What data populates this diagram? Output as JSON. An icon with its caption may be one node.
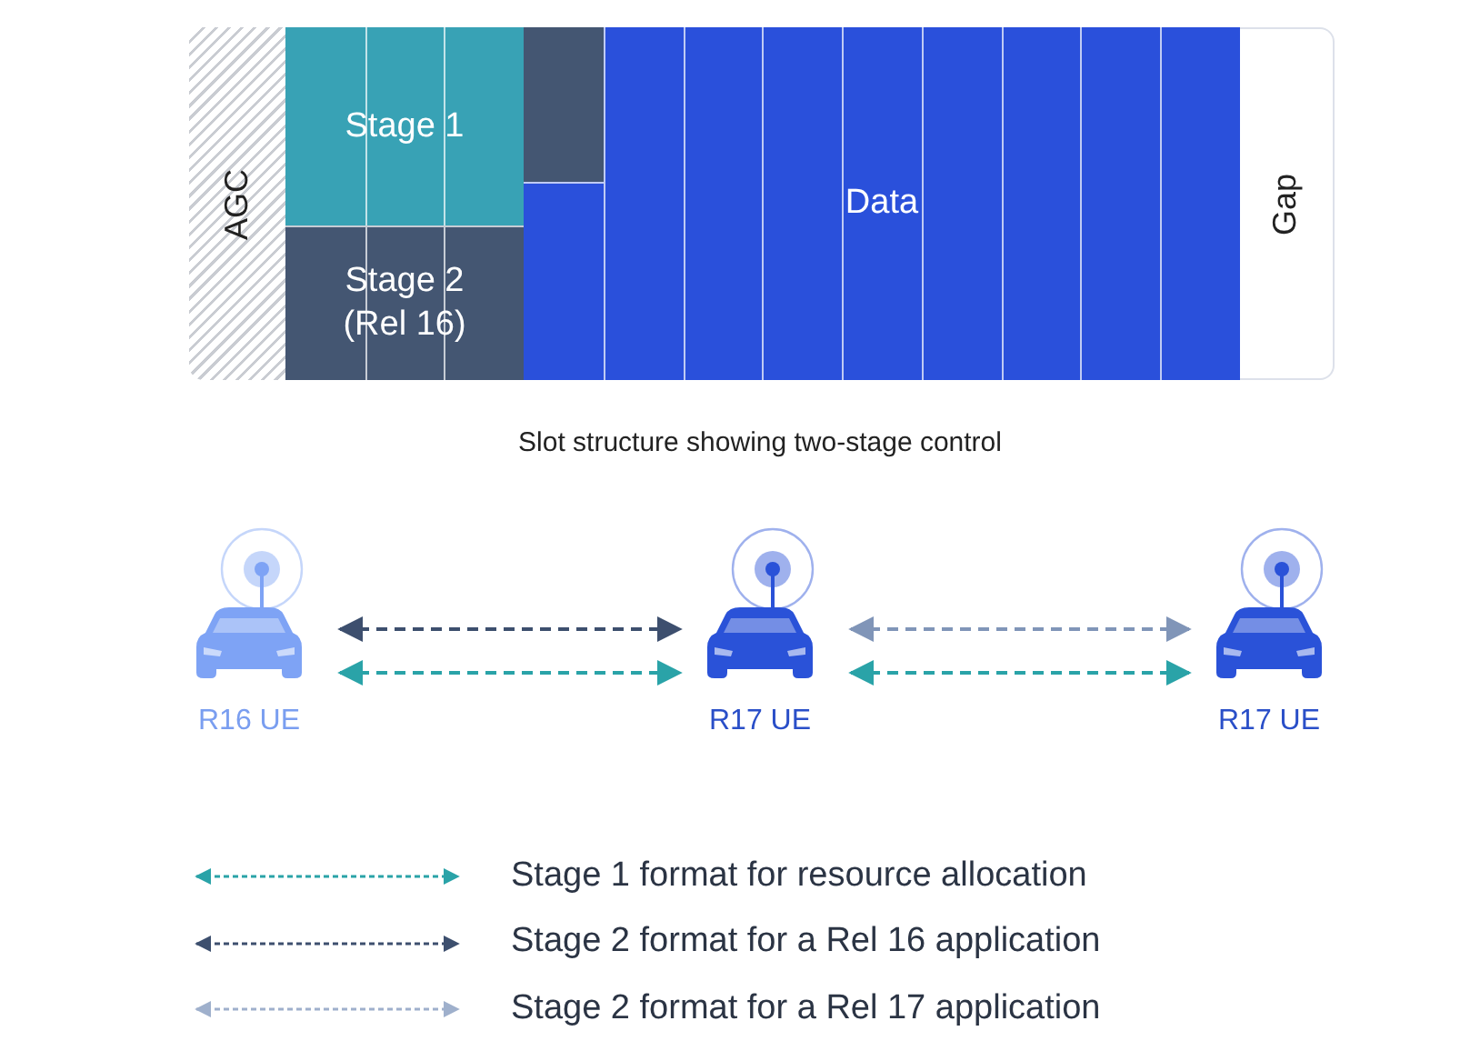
{
  "diagram": {
    "caption": "Slot structure showing two-stage control",
    "nodes": [
      {
        "text": [
          "AGC"
        ]
      },
      {
        "text": [
          "Stage 1"
        ]
      },
      {
        "text": [
          "Stage 2 (Rel 16)"
        ]
      },
      {
        "text": [
          "Data"
        ]
      },
      {
        "text": [
          "Gap"
        ]
      },
      {
        "text": [
          "R16 UE"
        ]
      },
      {
        "text": [
          "R17 UE"
        ]
      },
      {
        "text": [
          "R17 UE"
        ]
      },
      {
        "text": [],
        "shape": "box",
        "in": 3
      }
    ],
    "edges": [
      {
        "from": 5,
        "to": 6,
        "arrow": "both",
        "style": "dashed",
        "color": "#3d4f6e"
      },
      {
        "from": 5,
        "to": 6,
        "arrow": "both",
        "style": "dashed",
        "color": "#2aa3a8"
      },
      {
        "from": 6,
        "to": 7,
        "arrow": "both",
        "style": "dashed",
        "color": "#8095b8"
      },
      {
        "from": 6,
        "to": 7,
        "arrow": "both",
        "style": "dashed",
        "color": "#2aa3a8"
      }
    ],
    "legend": [
      {
        "text": "Stage 1 format for resource allocation"
      },
      {
        "text": "Stage 2 format for a Rel 16 application"
      },
      {
        "text": "Stage 2 format for a Rel 17 application"
      }
    ]
  }
}
